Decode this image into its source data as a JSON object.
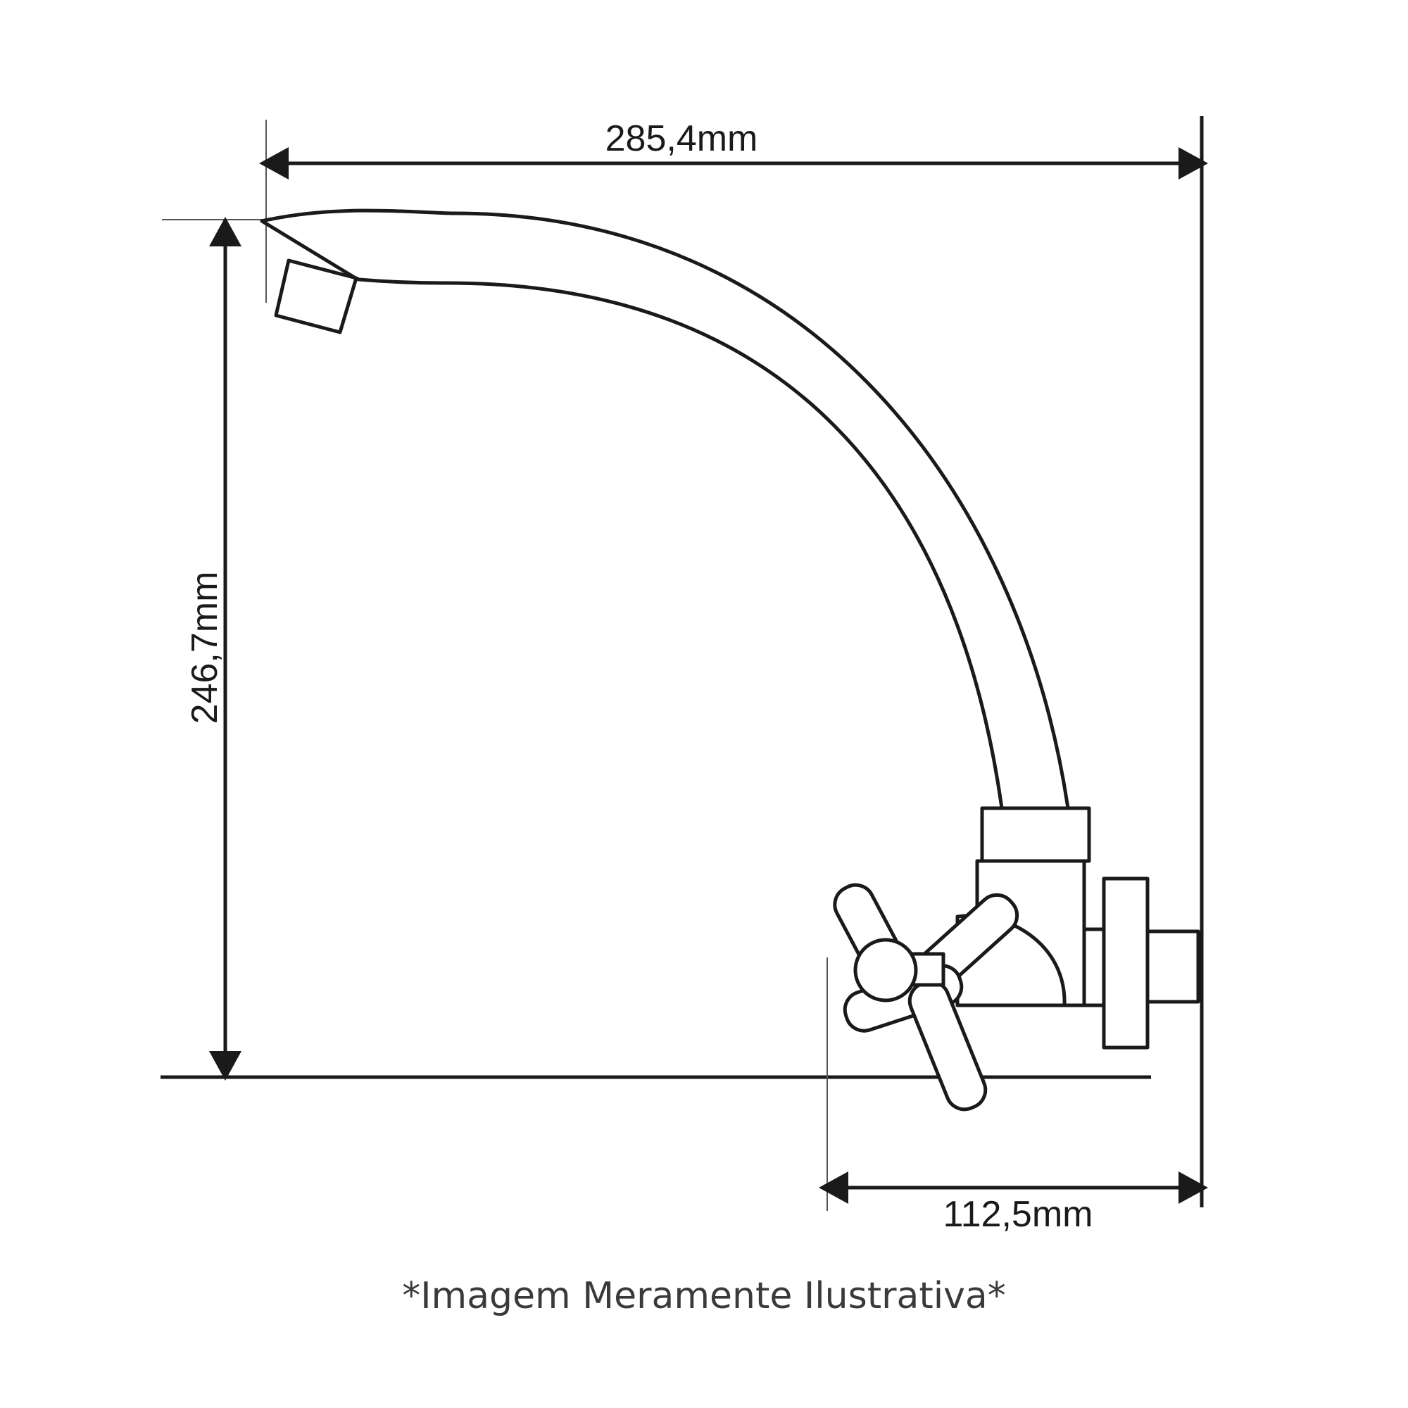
{
  "dimensions": {
    "overall_width": "285,4mm",
    "overall_height": "246,7mm",
    "wall_projection": "112,5mm"
  },
  "footnote": "*Imagem Meramente Ilustrativa*",
  "colors": {
    "line": "#1a1a1a",
    "background": "#ffffff"
  }
}
